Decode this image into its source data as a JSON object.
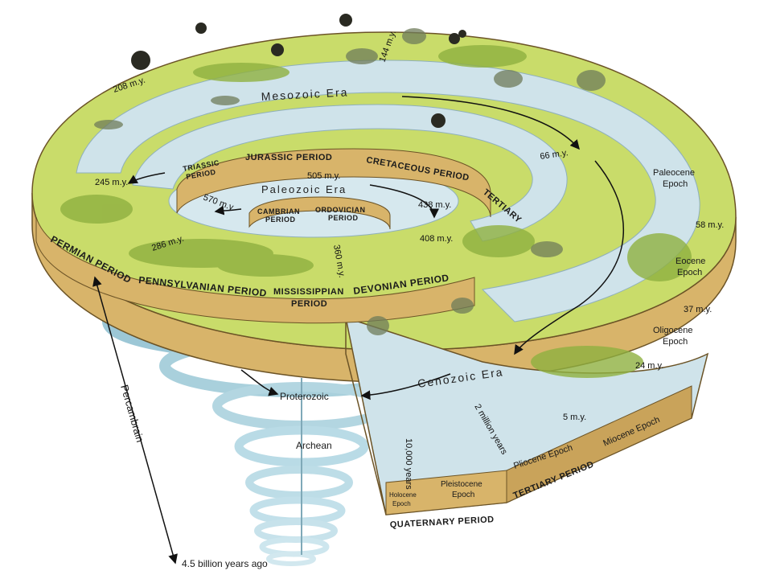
{
  "eras": {
    "mesozoic": "Mesozoic Era",
    "paleozoic": "Paleozoic Era",
    "cenozoic": "Cenozoic Era"
  },
  "periods": {
    "permian": "PERMIAN PERIOD",
    "pennsylvanian": "PENNSYLVANIAN PERIOD",
    "mississippian_1": "MISSISSIPPIAN",
    "mississippian_2": "PERIOD",
    "devonian": "DEVONIAN PERIOD",
    "jurassic": "JURASSIC PERIOD",
    "cretaceous": "CRETACEOUS PERIOD",
    "tertiary_side": "TERTIARY",
    "triassic_1": "TRIASSIC",
    "triassic_2": "PERIOD",
    "cambrian_1": "CAMBRIAN",
    "cambrian_2": "PERIOD",
    "ordovician_1": "ORDOVICIAN",
    "ordovician_2": "PERIOD",
    "quaternary": "QUATERNARY PERIOD",
    "tertiary_front": "TERTIARY PERIOD"
  },
  "epochs": {
    "paleocene_1": "Paleocene",
    "paleocene_2": "Epoch",
    "eocene_1": "Eocene",
    "eocene_2": "Epoch",
    "oligocene_1": "Oligocene",
    "oligocene_2": "Epoch",
    "miocene": "Miocene Epoch",
    "pliocene": "Pliocene Epoch",
    "pleistocene_1": "Pleistocene",
    "pleistocene_2": "Epoch",
    "holocene_1": "Holocene",
    "holocene_2": "Epoch"
  },
  "ages": {
    "a208": "208 m.y.",
    "a144": "144 m.y.",
    "a245": "245 m.y.",
    "a286": "286 m.y.",
    "a66": "66 m.y.",
    "a58": "58 m.y.",
    "a37": "37 m.y.",
    "a24": "24 m.y.",
    "a5": "5 m.y.",
    "a505": "505 m.y.",
    "a570": "570 m.y.",
    "a438": "438 m.y.",
    "a408": "408 m.y.",
    "a360": "360 m.y.",
    "a2my": "2 million years",
    "a10000": "10,000 years"
  },
  "deep_time": {
    "proterozoic": "Proterozoic",
    "archean": "Archean",
    "precambrian": "Percambrain",
    "origin": "4.5 billion years ago"
  },
  "colors": {
    "land": "#c9dc6a",
    "land_dark": "#8fb040",
    "water": "#cfe3ea",
    "rim": "#d8b46a",
    "rim_dark": "#a9824a",
    "coil": "#b9dbe6"
  }
}
